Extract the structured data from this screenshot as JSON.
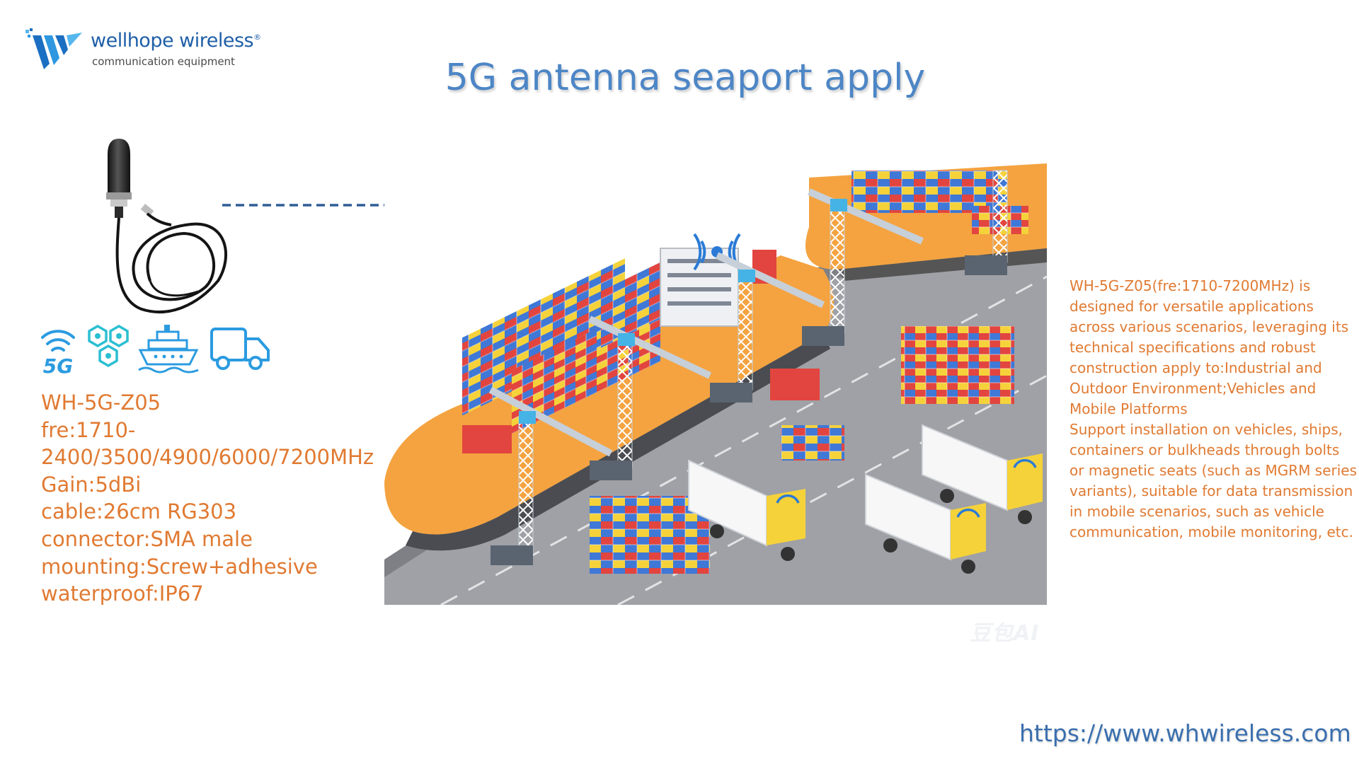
{
  "brand": {
    "name": "wellhope wireless",
    "registered": "®",
    "tagline": "communication equipment"
  },
  "title": "5G antenna seaport apply",
  "feature_icons": [
    {
      "icon": "5g-wifi-icon",
      "label": "5G"
    },
    {
      "icon": "hexagon-network-icon"
    },
    {
      "icon": "cruise-ship-icon"
    },
    {
      "icon": "delivery-truck-icon"
    }
  ],
  "specs": [
    "WH-5G-Z05",
    "fre:1710-",
    "2400/3500/4900/6000/7200MHz",
    "Gain:5dBi",
    "cable:26cm RG303",
    "connector:SMA male",
    "mounting:Screw+adhesive",
    "waterproof:IP67"
  ],
  "description": {
    "paragraph1": "WH-5G-Z05(fre:1710-7200MHz) is designed for versatile applications across various scenarios, leveraging its technical specifications and robust construction apply to:Industrial and Outdoor Environment;Vehicles and Mobile Platforms",
    "paragraph2": "Support installation on vehicles, ships, containers or bulkheads through bolts or magnetic seats (such as MGRM series variants), suitable for data transmission in mobile scenarios, such as vehicle communication, mobile monitoring, etc."
  },
  "watermark": "豆包AI",
  "website": "https://www.whwireless.com",
  "colors": {
    "accent_blue": "#4d86c6",
    "spec_orange": "#e07a32",
    "icon_blue": "#2b9be0",
    "icon_teal": "#2bbfd2",
    "ship_orange": "#f4a340",
    "container_red": "#e2453f",
    "container_yellow": "#f5d23a",
    "container_blue": "#3f78d6"
  }
}
